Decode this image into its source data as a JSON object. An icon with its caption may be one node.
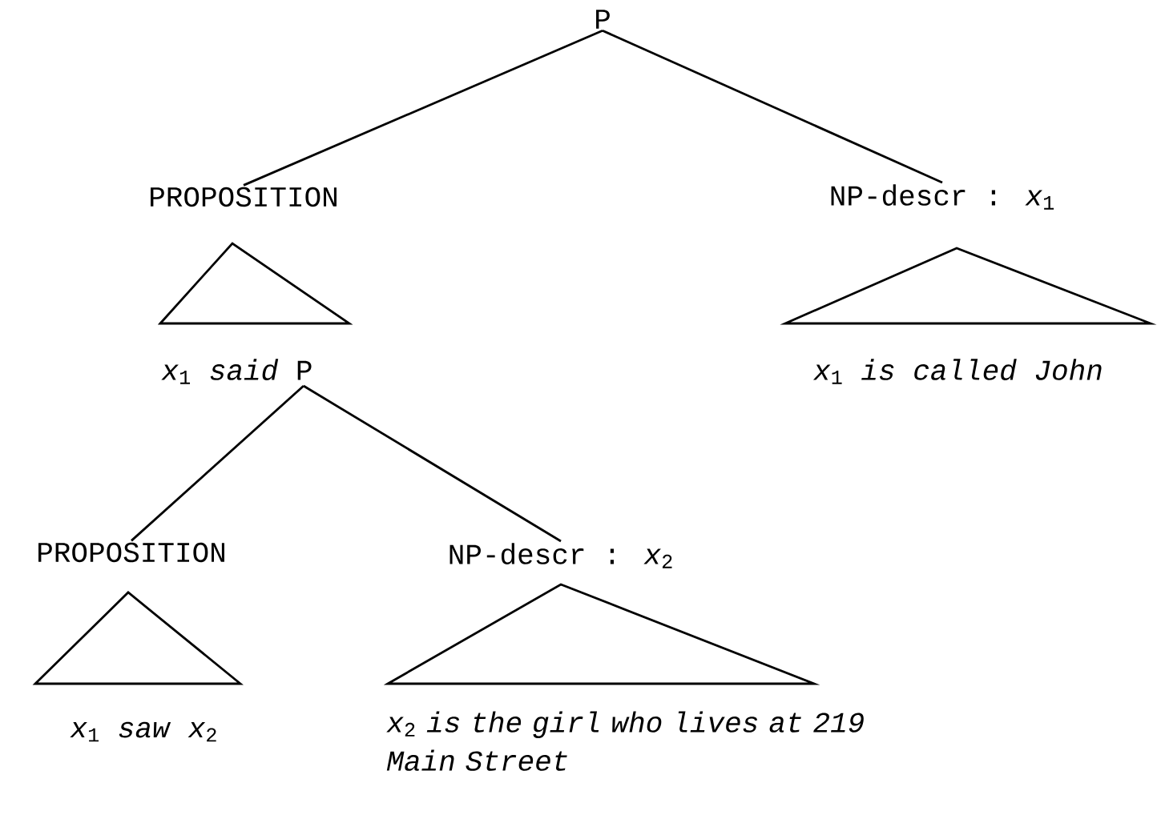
{
  "diagram": {
    "nodes": [
      {
        "text": [
          "P"
        ]
      },
      {
        "text": [
          "PROPOSITION"
        ]
      },
      {
        "text": [
          "NP-descr : *x*$_{1}$"
        ]
      },
      {
        "text": [],
        "shape": "triangle"
      },
      {
        "text": [],
        "shape": "triangle"
      },
      {
        "text": [
          "*x*$_{1}$ *said* P"
        ]
      },
      {
        "text": [
          "*x*$_{1}$ *is called John*"
        ]
      },
      {
        "text": [
          "PROPOSITION"
        ]
      },
      {
        "text": [
          "NP-descr : *x*$_{2}$"
        ]
      },
      {
        "text": [],
        "shape": "triangle"
      },
      {
        "text": [],
        "shape": "triangle"
      },
      {
        "text": [
          "*x*$_{1}$ *saw* *x*$_{2}$"
        ]
      },
      {
        "text": [
          "*x*$_{2}$ *is the girl who lives at 219 Main Street*"
        ]
      }
    ],
    "edges": [
      {
        "from": 0,
        "to": 1,
        "arrow": "none"
      },
      {
        "from": 0,
        "to": 2,
        "arrow": "none"
      },
      {
        "from": 5,
        "to": 7,
        "arrow": "none"
      },
      {
        "from": 5,
        "to": 8,
        "arrow": "none"
      }
    ]
  }
}
